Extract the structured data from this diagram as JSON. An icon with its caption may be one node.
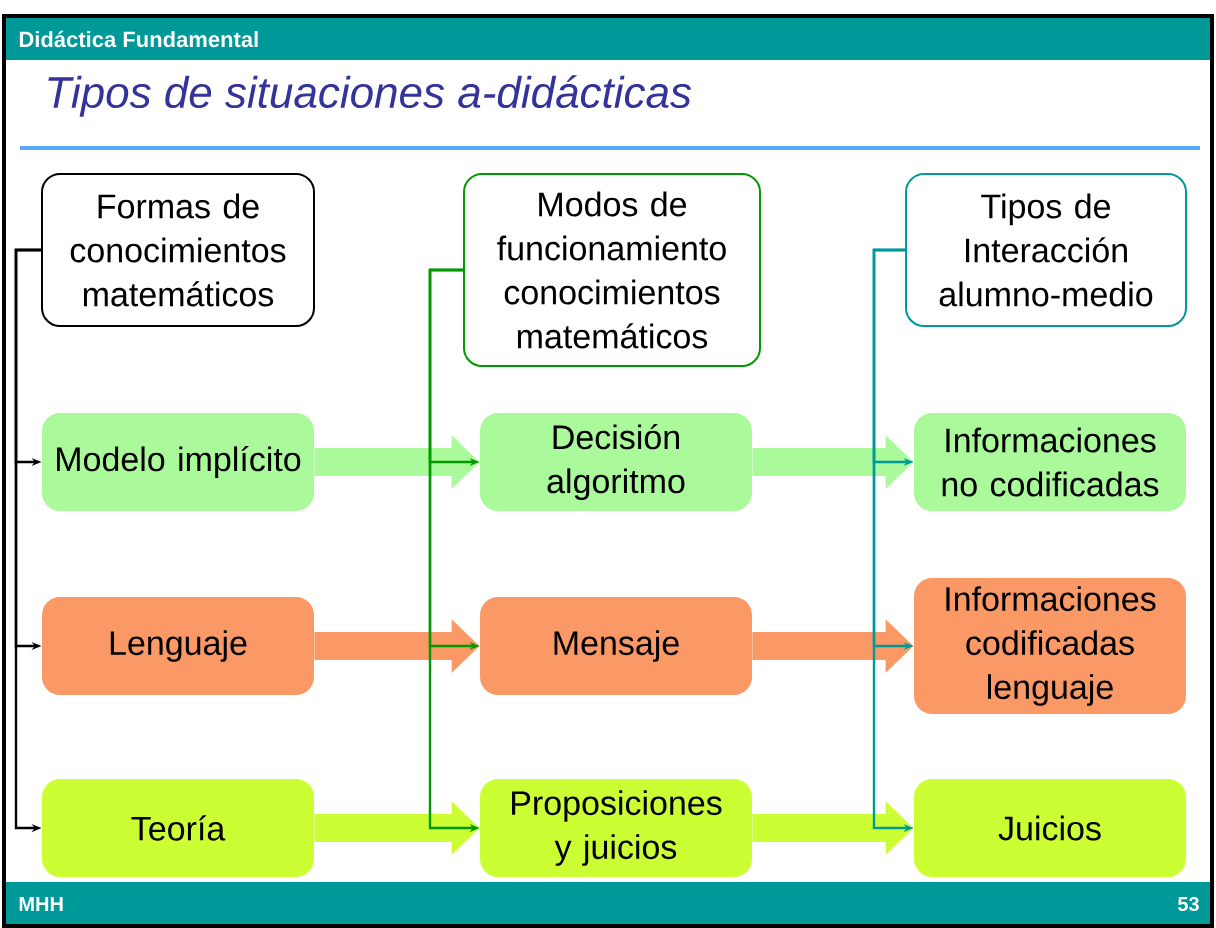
{
  "diagram": {
    "title": "Tipos de situaciones a-didácticas",
    "nodes": [
      {
        "text": [
          "Formas de conocimientos matemáticos"
        ]
      },
      {
        "text": [
          "Modos de funcionamiento conocimientos matemáticos"
        ]
      },
      {
        "text": [
          "Tipos de Interacción alumno-medio"
        ]
      },
      {
        "text": [
          "Modelo implícito"
        ]
      },
      {
        "text": [
          "Decisión algoritmo"
        ]
      },
      {
        "text": [
          "Informaciones no codificadas"
        ]
      },
      {
        "text": [
          "Lenguaje"
        ]
      },
      {
        "text": [
          "Mensaje"
        ]
      },
      {
        "text": [
          "Informaciones codificadas lenguaje"
        ]
      },
      {
        "text": [
          "Teoría"
        ]
      },
      {
        "text": [
          "Proposiciones y juicios"
        ]
      },
      {
        "text": [
          "Juicios"
        ]
      }
    ],
    "edges": [
      {
        "from": 0,
        "to": 3,
        "arrow": "to"
      },
      {
        "from": 0,
        "to": 6,
        "arrow": "to"
      },
      {
        "from": 0,
        "to": 9,
        "arrow": "to"
      },
      {
        "from": 1,
        "to": 4,
        "arrow": "to",
        "color": "#009900"
      },
      {
        "from": 1,
        "to": 7,
        "arrow": "to",
        "color": "#009900"
      },
      {
        "from": 1,
        "to": 10,
        "arrow": "to",
        "color": "#009900"
      },
      {
        "from": 2,
        "to": 5,
        "arrow": "to",
        "color": "#009999"
      },
      {
        "from": 2,
        "to": 8,
        "arrow": "to",
        "color": "#009999"
      },
      {
        "from": 2,
        "to": 11,
        "arrow": "to",
        "color": "#009999"
      },
      {
        "from": 3,
        "to": 4,
        "arrow": "to",
        "style": "thick",
        "color": "#aaf99a"
      },
      {
        "from": 4,
        "to": 5,
        "arrow": "to",
        "style": "thick",
        "color": "#aaf99a"
      },
      {
        "from": 6,
        "to": 7,
        "arrow": "to",
        "style": "thick",
        "color": "#fb9966"
      },
      {
        "from": 7,
        "to": 8,
        "arrow": "to",
        "style": "thick",
        "color": "#fb9966"
      },
      {
        "from": 9,
        "to": 10,
        "arrow": "to",
        "style": "thick",
        "color": "#ccff33"
      },
      {
        "from": 10,
        "to": 11,
        "arrow": "to",
        "style": "thick",
        "color": "#ccff33"
      }
    ],
    "labels": [
      "Didáctica Fundamental",
      "MHH",
      "53"
    ]
  }
}
